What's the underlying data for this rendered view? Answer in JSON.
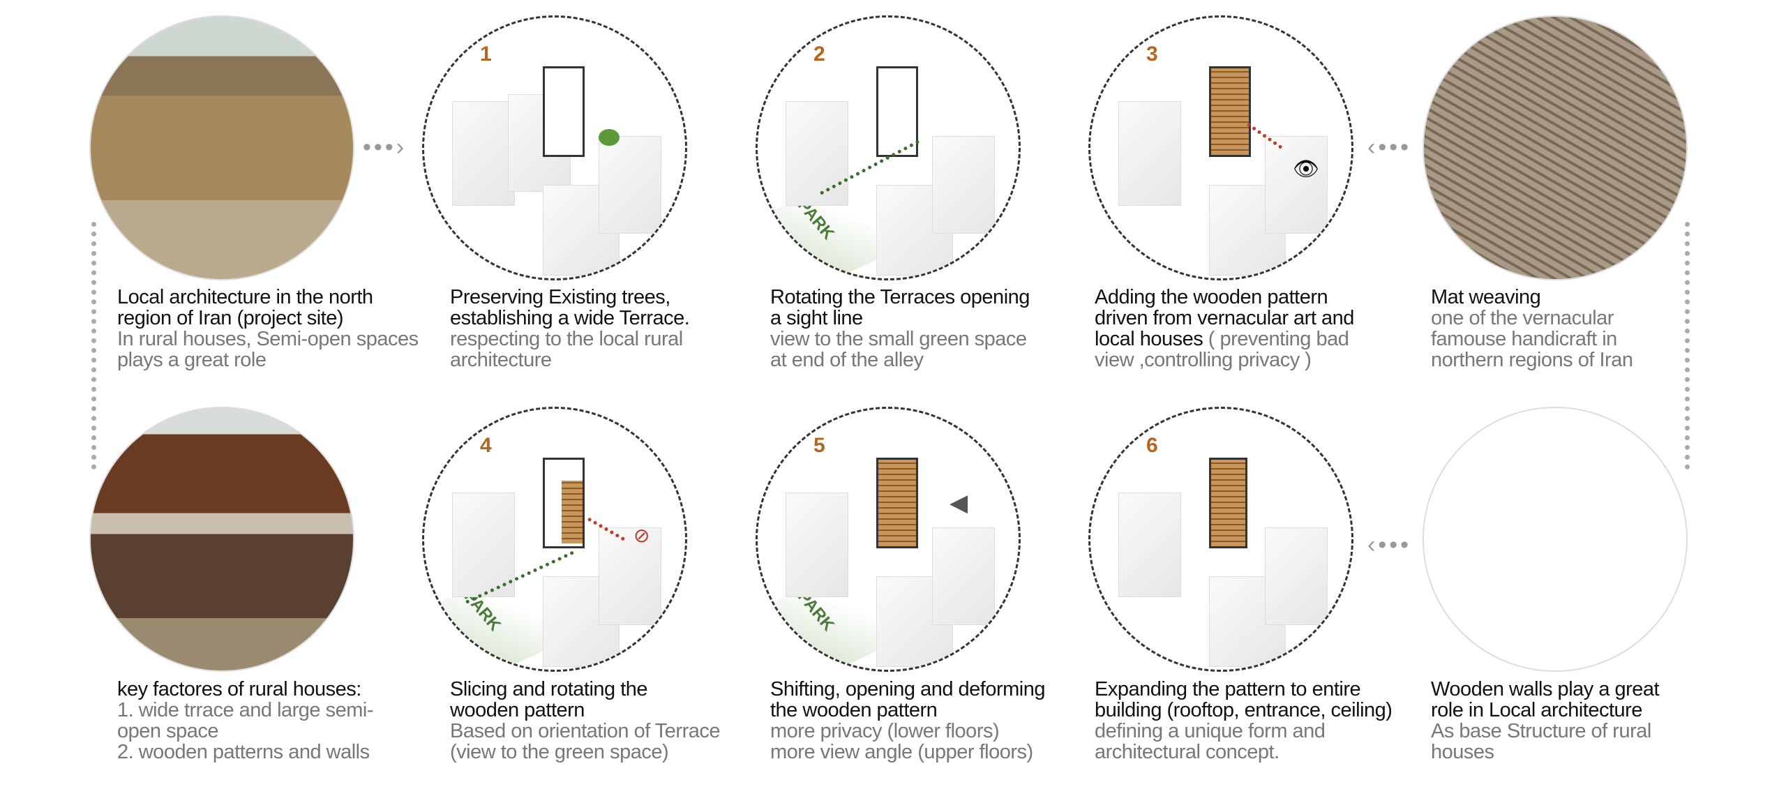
{
  "panels": [
    {
      "title": "Local architecture in the north region of Iran (project site)",
      "subtitle": "In rural houses, Semi-open spaces plays a great role"
    },
    {
      "number": "1",
      "title": "Preserving Existing trees, establishing a wide Terrace.",
      "subtitle": "respecting to the local rural architecture"
    },
    {
      "number": "2",
      "title": "Rotating the Terraces opening a sight line",
      "subtitle": "view to the small green space at end of the alley",
      "park": "PARK"
    },
    {
      "number": "3",
      "title": "Adding the wooden pattern driven from vernacular art and local houses",
      "title_extra": "( preventing  bad view ,controlling  privacy )"
    },
    {
      "title": "Mat weaving",
      "subtitle": "one of the vernacular famouse handicraft in northern regions of Iran"
    },
    {
      "title": "key factores  of rural houses:",
      "subtitle": "1. wide trrace and large semi-open space",
      "subtitle2": "2. wooden patterns and walls"
    },
    {
      "number": "4",
      "title": "Slicing and rotating the wooden pattern",
      "subtitle": "Based on orientation of Terrace (view to the green space)",
      "park": "PARK"
    },
    {
      "number": "5",
      "title": "Shifting, opening  and deforming the wooden pattern",
      "subtitle": "more privacy (lower floors)",
      "subtitle2": "more view angle (upper floors)",
      "park": "PARK"
    },
    {
      "number": "6",
      "title": "Expanding the pattern to entire building (rooftop, entrance, ceiling)",
      "subtitle": "defining a unique form and architectural concept."
    },
    {
      "title": "Wooden walls play a great role in Local architecture",
      "subtitle": "As base Structure of rural houses"
    }
  ],
  "colors": {
    "number": "#b5651d",
    "sight_line": "#3d6b2a",
    "block_line": "#c0392b"
  }
}
